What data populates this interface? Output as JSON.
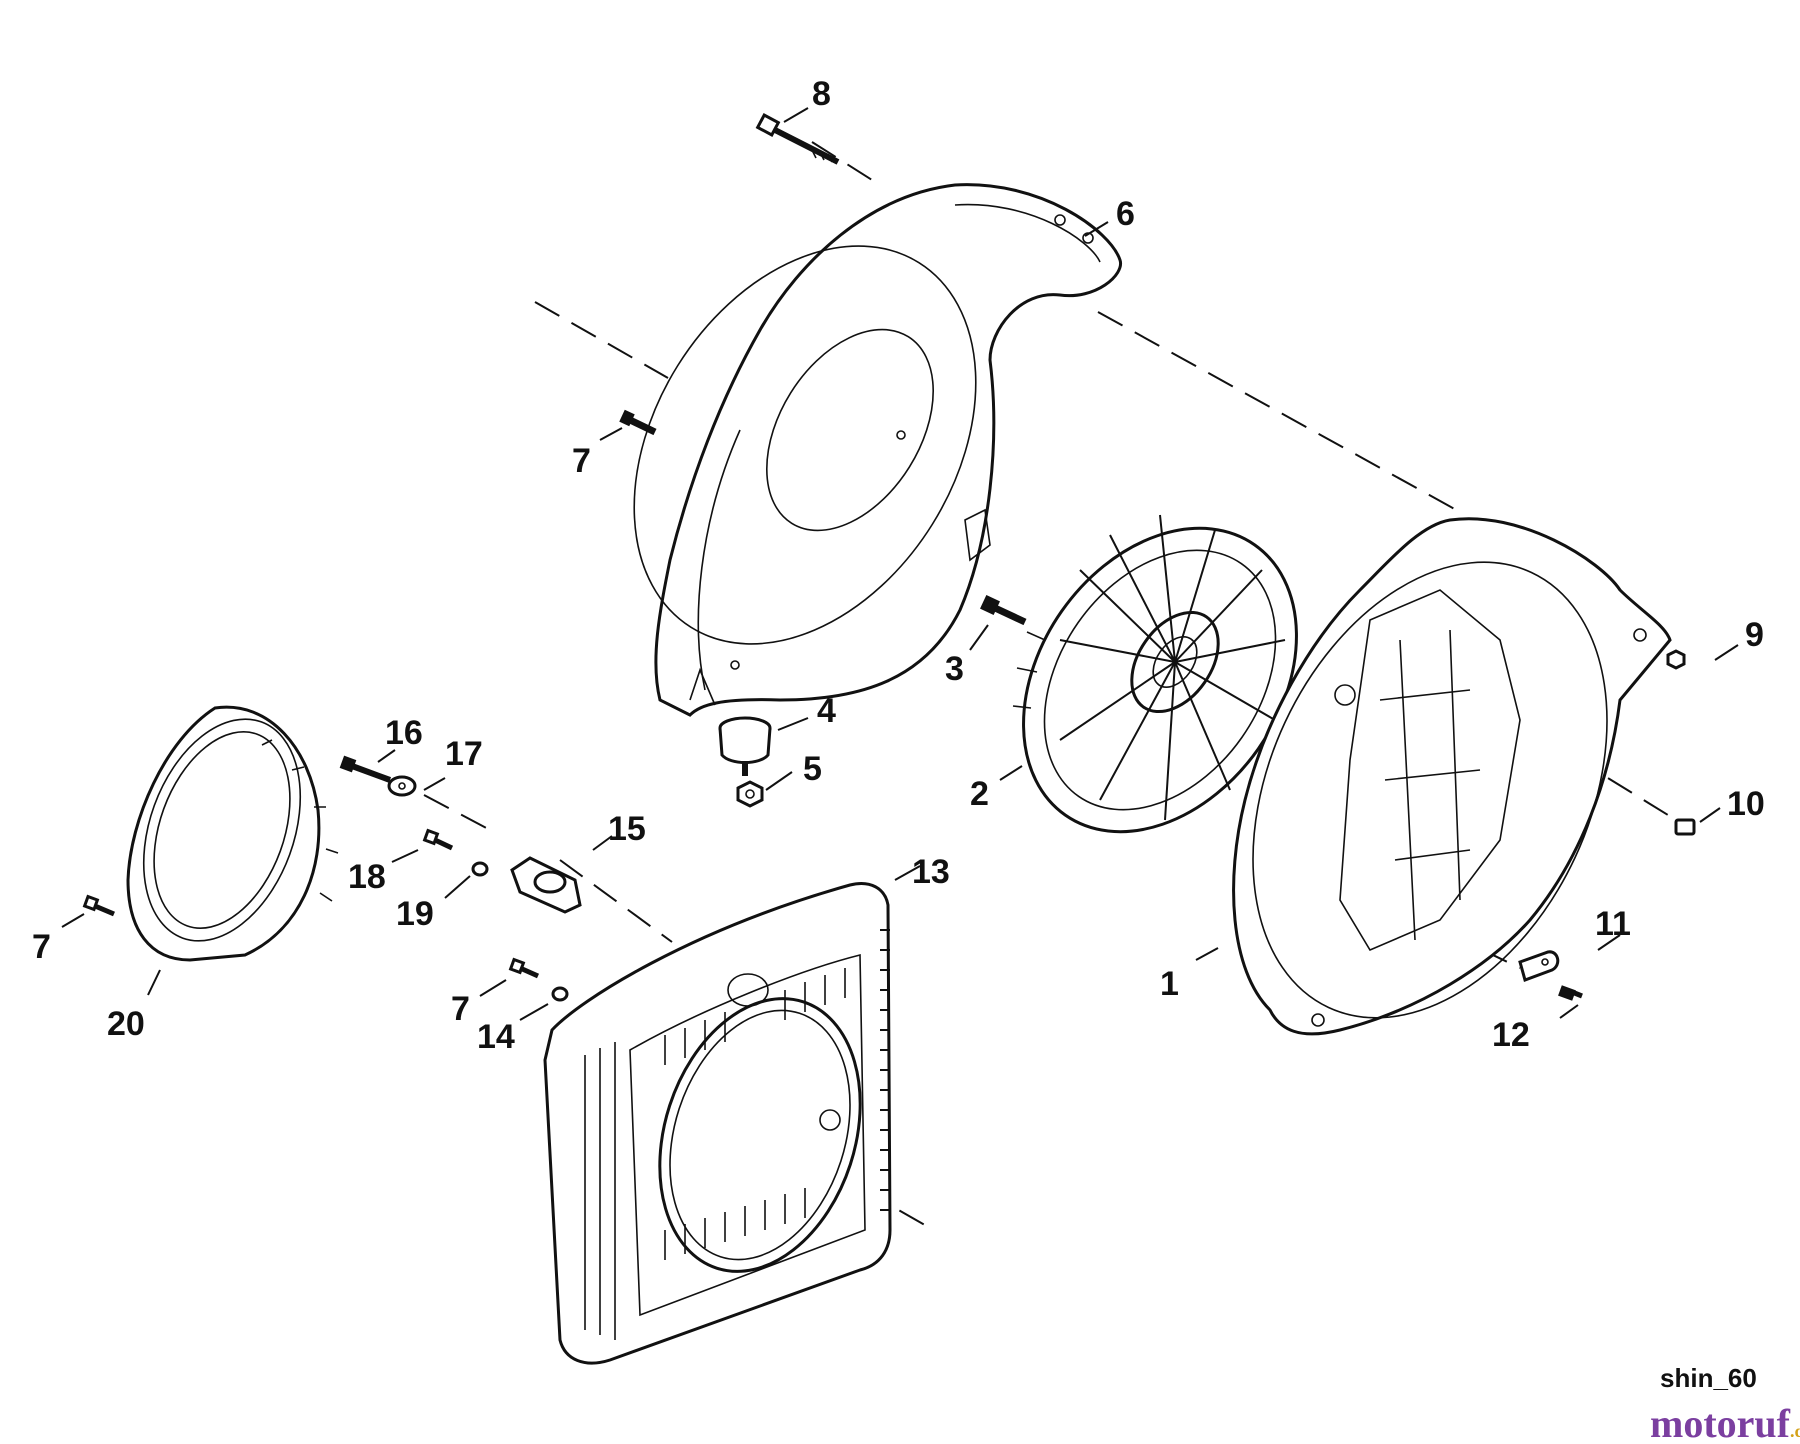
{
  "diagram_code": "shin_60",
  "watermark": {
    "main": "motoruf",
    "suffix": ".de",
    "color_main": "#7b3fa0",
    "color_suffix": "#d4a21a"
  },
  "callouts": {
    "c1": "1",
    "c2": "2",
    "c3": "3",
    "c4": "4",
    "c5": "5",
    "c6": "6",
    "c7a": "7",
    "c7b": "7",
    "c7c": "7",
    "c8": "8",
    "c9": "9",
    "c10": "10",
    "c11": "11",
    "c12": "12",
    "c13": "13",
    "c14": "14",
    "c15": "15",
    "c16": "16",
    "c17": "17",
    "c18": "18",
    "c19": "19",
    "c20": "20"
  }
}
